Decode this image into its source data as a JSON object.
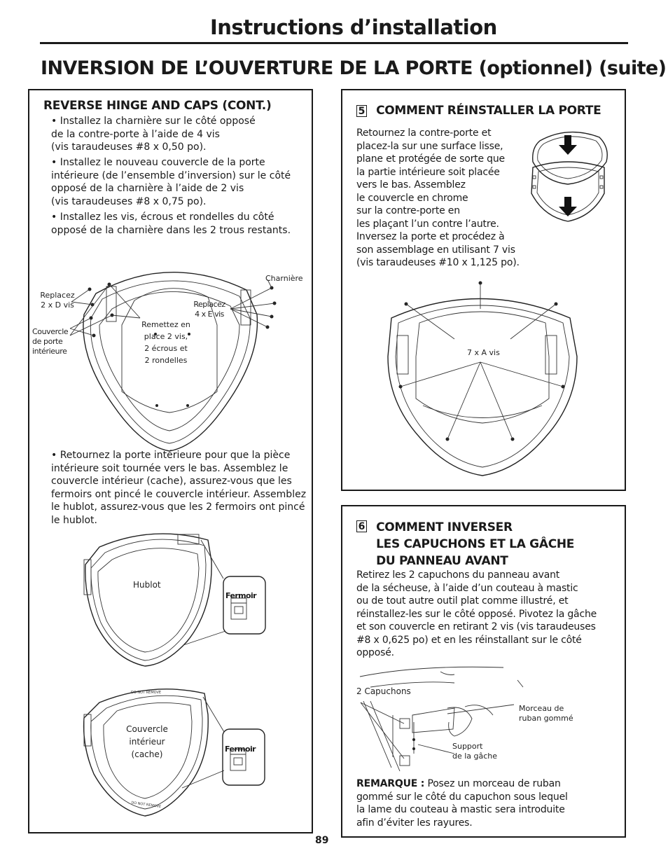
{
  "header": {
    "title": "Instructions d’installation"
  },
  "section": {
    "title": "INVERSION DE L’OUVERTURE DE LA PORTE (optionnel) (suite)"
  },
  "left": {
    "heading": "REVERSE HINGE AND CAPS (CONT.)",
    "bullet1": "• Installez la charnière sur le côté opposé\nde la contre-porte à l’aide de 4 vis\n(vis taraudeuses #8 x 0,50 po).",
    "bullet2": "• Installez le nouveau couvercle de la porte\nintérieure (de l’ensemble d’inversion) sur le côté\nopposé de la charnière à l’aide de 2 vis\n(vis taraudeuses #8 x 0,75 po).",
    "bullet3": "• Installez les vis, écrous et rondelles du côté\nopposé de la charnière dans les 2 trous restants.",
    "bullet4": "• Retournez la porte intérieure pour que la pièce\nintérieure soit tournée vers le bas. Assemblez le\ncouvercle intérieur (cache), assurez-vous que les\nfermoirs ont pincé le couvercle intérieur.  Assemblez\nle hublot, assurez-vous que les 2 fermoirs ont pincé\nle hublot.",
    "fig1": {
      "replace_d": "Replacez\n2 x D vis",
      "inner_cover": "Couvercle\nde porte\nintérieure",
      "hinge": "Charnière",
      "replace_e": "Replacez\n4 x E vis",
      "reinstall": "Remettez en\nplace 2 vis,\n2 écrous et\n2 rondelles"
    },
    "fig2": {
      "window": "Hublot",
      "clip": "Fermoir"
    },
    "fig3": {
      "cover": "Couvercle\nintérieur\n(cache)",
      "clip": "Fermoir",
      "stamp": "DO NOT REMOVE"
    }
  },
  "step5": {
    "number": "5",
    "heading": "COMMENT RÉINSTALLER LA PORTE",
    "text": "Retournez la contre-porte et\nplacez-la sur une surface lisse,\nplane et protégée de sorte que\nla partie intérieure soit placée\nvers le bas. Assemblez\nle couvercle en chrome\nsur la contre-porte en\nles plaçant l’un contre l’autre.\nInversez la porte et procédez à\nson assemblage en utilisant 7 vis\n(vis taraudeuses #10 x 1,125 po).",
    "screws_label": "7 x A vis"
  },
  "step6": {
    "number": "6",
    "heading": "COMMENT INVERSER\nLES CAPUCHONS ET LA GÂCHE\nDU PANNEAU AVANT",
    "text": "Retirez les 2 capuchons du panneau avant\nde la sécheuse, à l’aide d’un couteau à mastic\nou de tout autre outil plat comme illustré, et\nréinstallez-les sur le côté opposé. Pivotez la gâche\net son couvercle en retirant 2 vis (vis taraudeuses\n#8 x 0,625 po) et en les réinstallant sur le côté\nopposé.",
    "caps_label": "2 Capuchons",
    "tape_label": "Morceau de\nruban gommé",
    "strike_label": "Support\nde la gâche",
    "note_label": "REMARQUE :",
    "note_text": " Posez un morceau de ruban\ngommé sur le côté du capuchon sous lequel\nla lame du couteau à mastic sera introduite\nafin d’éviter les rayures."
  },
  "page_number": "89"
}
